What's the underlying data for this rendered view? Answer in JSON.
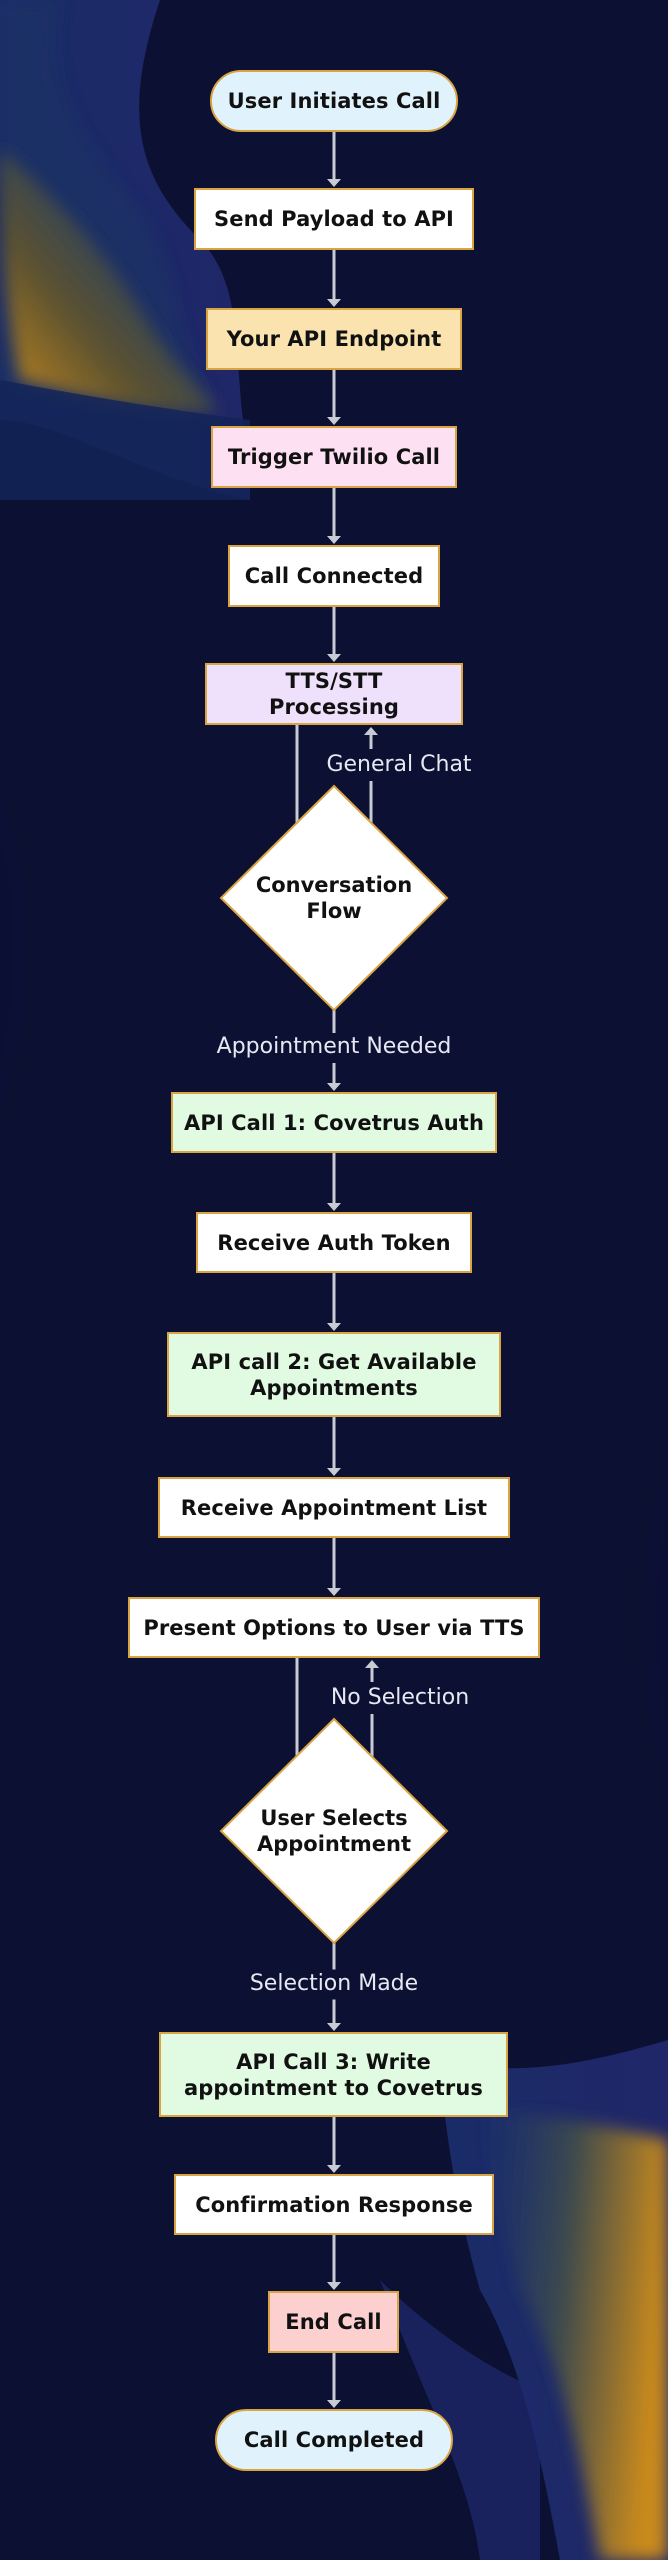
{
  "diagram": {
    "type": "flowchart",
    "colors": {
      "background": "#0c1133",
      "node_border": "#d9a441",
      "arrow": "#c9cbd4",
      "label_text": "#e7e9f2",
      "terminal_fill": "#e0f3fd",
      "process_fill": "#ffffff",
      "endpoint_fill": "#fbe3b0",
      "twilio_fill": "#fde1f2",
      "tts_fill": "#efe1fb",
      "api_fill": "#e1fbe3",
      "end_fill": "#fdd0d0",
      "decision_fill": "#ffffff"
    },
    "nodes": [
      {
        "id": "user-initiates-call",
        "shape": "terminal",
        "fill": "terminal_fill",
        "label": "User Initiates Call"
      },
      {
        "id": "send-payload",
        "shape": "process",
        "fill": "process_fill",
        "label": "Send Payload to API"
      },
      {
        "id": "api-endpoint",
        "shape": "process",
        "fill": "endpoint_fill",
        "label": "Your API Endpoint"
      },
      {
        "id": "trigger-twilio",
        "shape": "process",
        "fill": "twilio_fill",
        "label": "Trigger Twilio Call"
      },
      {
        "id": "call-connected",
        "shape": "process",
        "fill": "process_fill",
        "label": "Call Connected"
      },
      {
        "id": "tts-stt",
        "shape": "process",
        "fill": "tts_fill",
        "label": "TTS/STT Processing"
      },
      {
        "id": "conversation-flow",
        "shape": "decision",
        "fill": "decision_fill",
        "label": "Conversation\nFlow"
      },
      {
        "id": "api-call-1",
        "shape": "process",
        "fill": "api_fill",
        "label": "API Call 1: Covetrus Auth"
      },
      {
        "id": "receive-auth-token",
        "shape": "process",
        "fill": "process_fill",
        "label": "Receive Auth Token"
      },
      {
        "id": "api-call-2",
        "shape": "process",
        "fill": "api_fill",
        "label": "API call 2: Get Available\nAppointments"
      },
      {
        "id": "receive-appointment-list",
        "shape": "process",
        "fill": "process_fill",
        "label": "Receive Appointment List"
      },
      {
        "id": "present-options",
        "shape": "process",
        "fill": "process_fill",
        "label": "Present Options to User via TTS"
      },
      {
        "id": "user-selects",
        "shape": "decision",
        "fill": "decision_fill",
        "label": "User Selects\nAppointment"
      },
      {
        "id": "api-call-3",
        "shape": "process",
        "fill": "api_fill",
        "label": "API Call 3: Write\nappointment to Covetrus"
      },
      {
        "id": "confirmation-response",
        "shape": "process",
        "fill": "process_fill",
        "label": "Confirmation Response"
      },
      {
        "id": "end-call",
        "shape": "process",
        "fill": "end_fill",
        "label": "End Call"
      },
      {
        "id": "call-completed",
        "shape": "terminal",
        "fill": "terminal_fill",
        "label": "Call Completed"
      }
    ],
    "edges": [
      {
        "from": "user-initiates-call",
        "to": "send-payload",
        "label": ""
      },
      {
        "from": "send-payload",
        "to": "api-endpoint",
        "label": ""
      },
      {
        "from": "api-endpoint",
        "to": "trigger-twilio",
        "label": ""
      },
      {
        "from": "trigger-twilio",
        "to": "call-connected",
        "label": ""
      },
      {
        "from": "call-connected",
        "to": "tts-stt",
        "label": ""
      },
      {
        "from": "tts-stt",
        "to": "conversation-flow",
        "label": ""
      },
      {
        "from": "conversation-flow",
        "to": "tts-stt",
        "label": "General Chat"
      },
      {
        "from": "conversation-flow",
        "to": "api-call-1",
        "label": "Appointment Needed"
      },
      {
        "from": "api-call-1",
        "to": "receive-auth-token",
        "label": ""
      },
      {
        "from": "receive-auth-token",
        "to": "api-call-2",
        "label": ""
      },
      {
        "from": "api-call-2",
        "to": "receive-appointment-list",
        "label": ""
      },
      {
        "from": "receive-appointment-list",
        "to": "present-options",
        "label": ""
      },
      {
        "from": "present-options",
        "to": "user-selects",
        "label": ""
      },
      {
        "from": "user-selects",
        "to": "present-options",
        "label": "No Selection"
      },
      {
        "from": "user-selects",
        "to": "api-call-3",
        "label": "Selection Made"
      },
      {
        "from": "api-call-3",
        "to": "confirmation-response",
        "label": ""
      },
      {
        "from": "confirmation-response",
        "to": "end-call",
        "label": ""
      },
      {
        "from": "end-call",
        "to": "call-completed",
        "label": ""
      }
    ]
  }
}
